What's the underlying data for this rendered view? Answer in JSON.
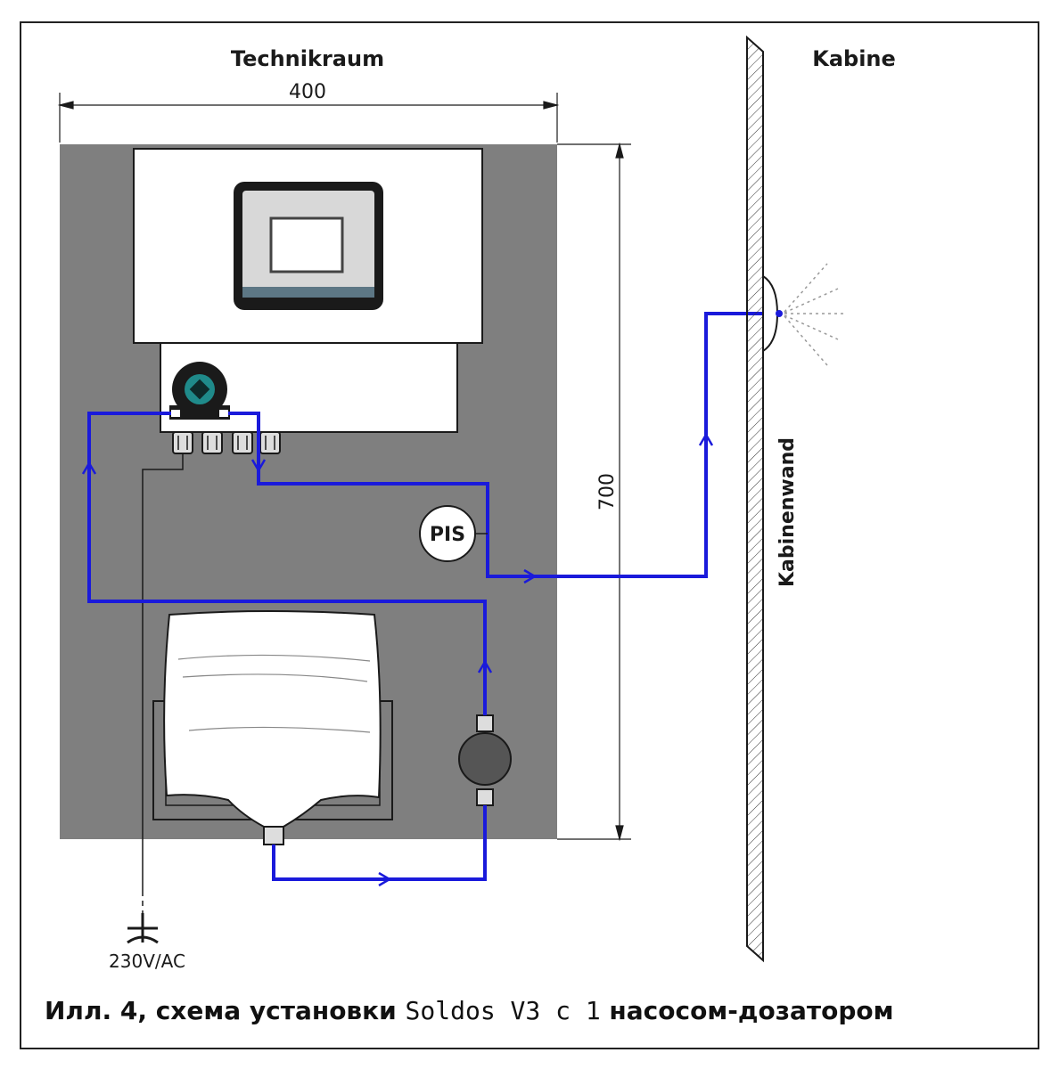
{
  "labels": {
    "technikraum": "Technikraum",
    "kabine": "Kabine",
    "width_dim": "400",
    "height_dim": "700",
    "kabinenwand": "Kabinenwand",
    "pis": "PIS",
    "power": "230V/AC"
  },
  "caption": {
    "part1": "Илл. 4, схема установки ",
    "part2": "Soldos V3 с 1",
    "part3": " насосом-дозатором"
  },
  "colors": {
    "pipe": "#1a1adb",
    "panel": "#7f7f7f",
    "line": "#1a1a1a"
  }
}
